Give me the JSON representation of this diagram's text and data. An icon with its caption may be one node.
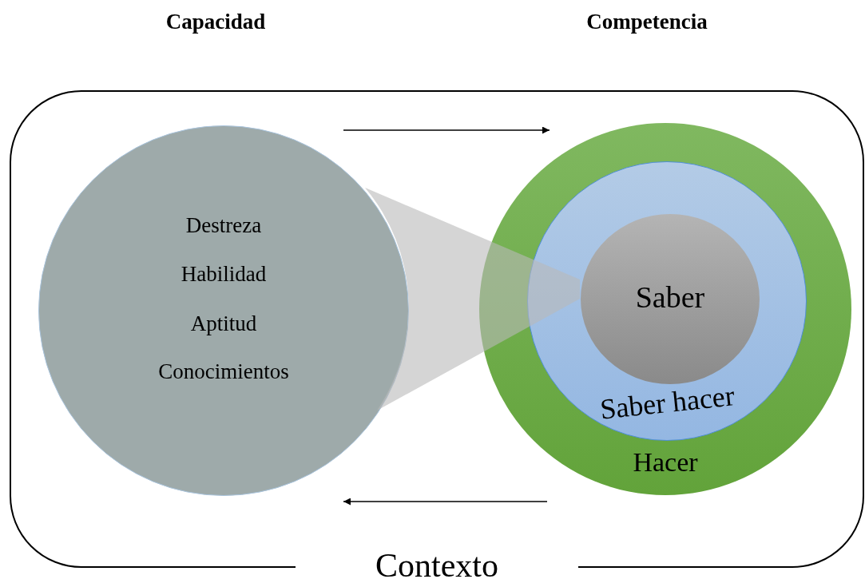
{
  "diagram": {
    "nodes": [
      {
        "text": [
          "Contexto"
        ]
      },
      {
        "text": [
          "Destreza",
          "Habilidad",
          "Aptitud",
          "Conocimientos"
        ],
        "in": 0
      },
      {
        "text": [
          "Hacer"
        ],
        "in": 0
      },
      {
        "text": [
          "Saber hacer"
        ],
        "in": 2
      },
      {
        "text": [
          "Saber"
        ],
        "in": 3
      },
      {
        "text": [],
        "shape": "cone",
        "in": 0
      }
    ],
    "edges": [
      {
        "from": 1,
        "to": 2,
        "arrow": "to"
      },
      {
        "from": 2,
        "to": 1,
        "arrow": "to"
      }
    ],
    "labels": [
      "Capacidad",
      "Competencia"
    ]
  }
}
